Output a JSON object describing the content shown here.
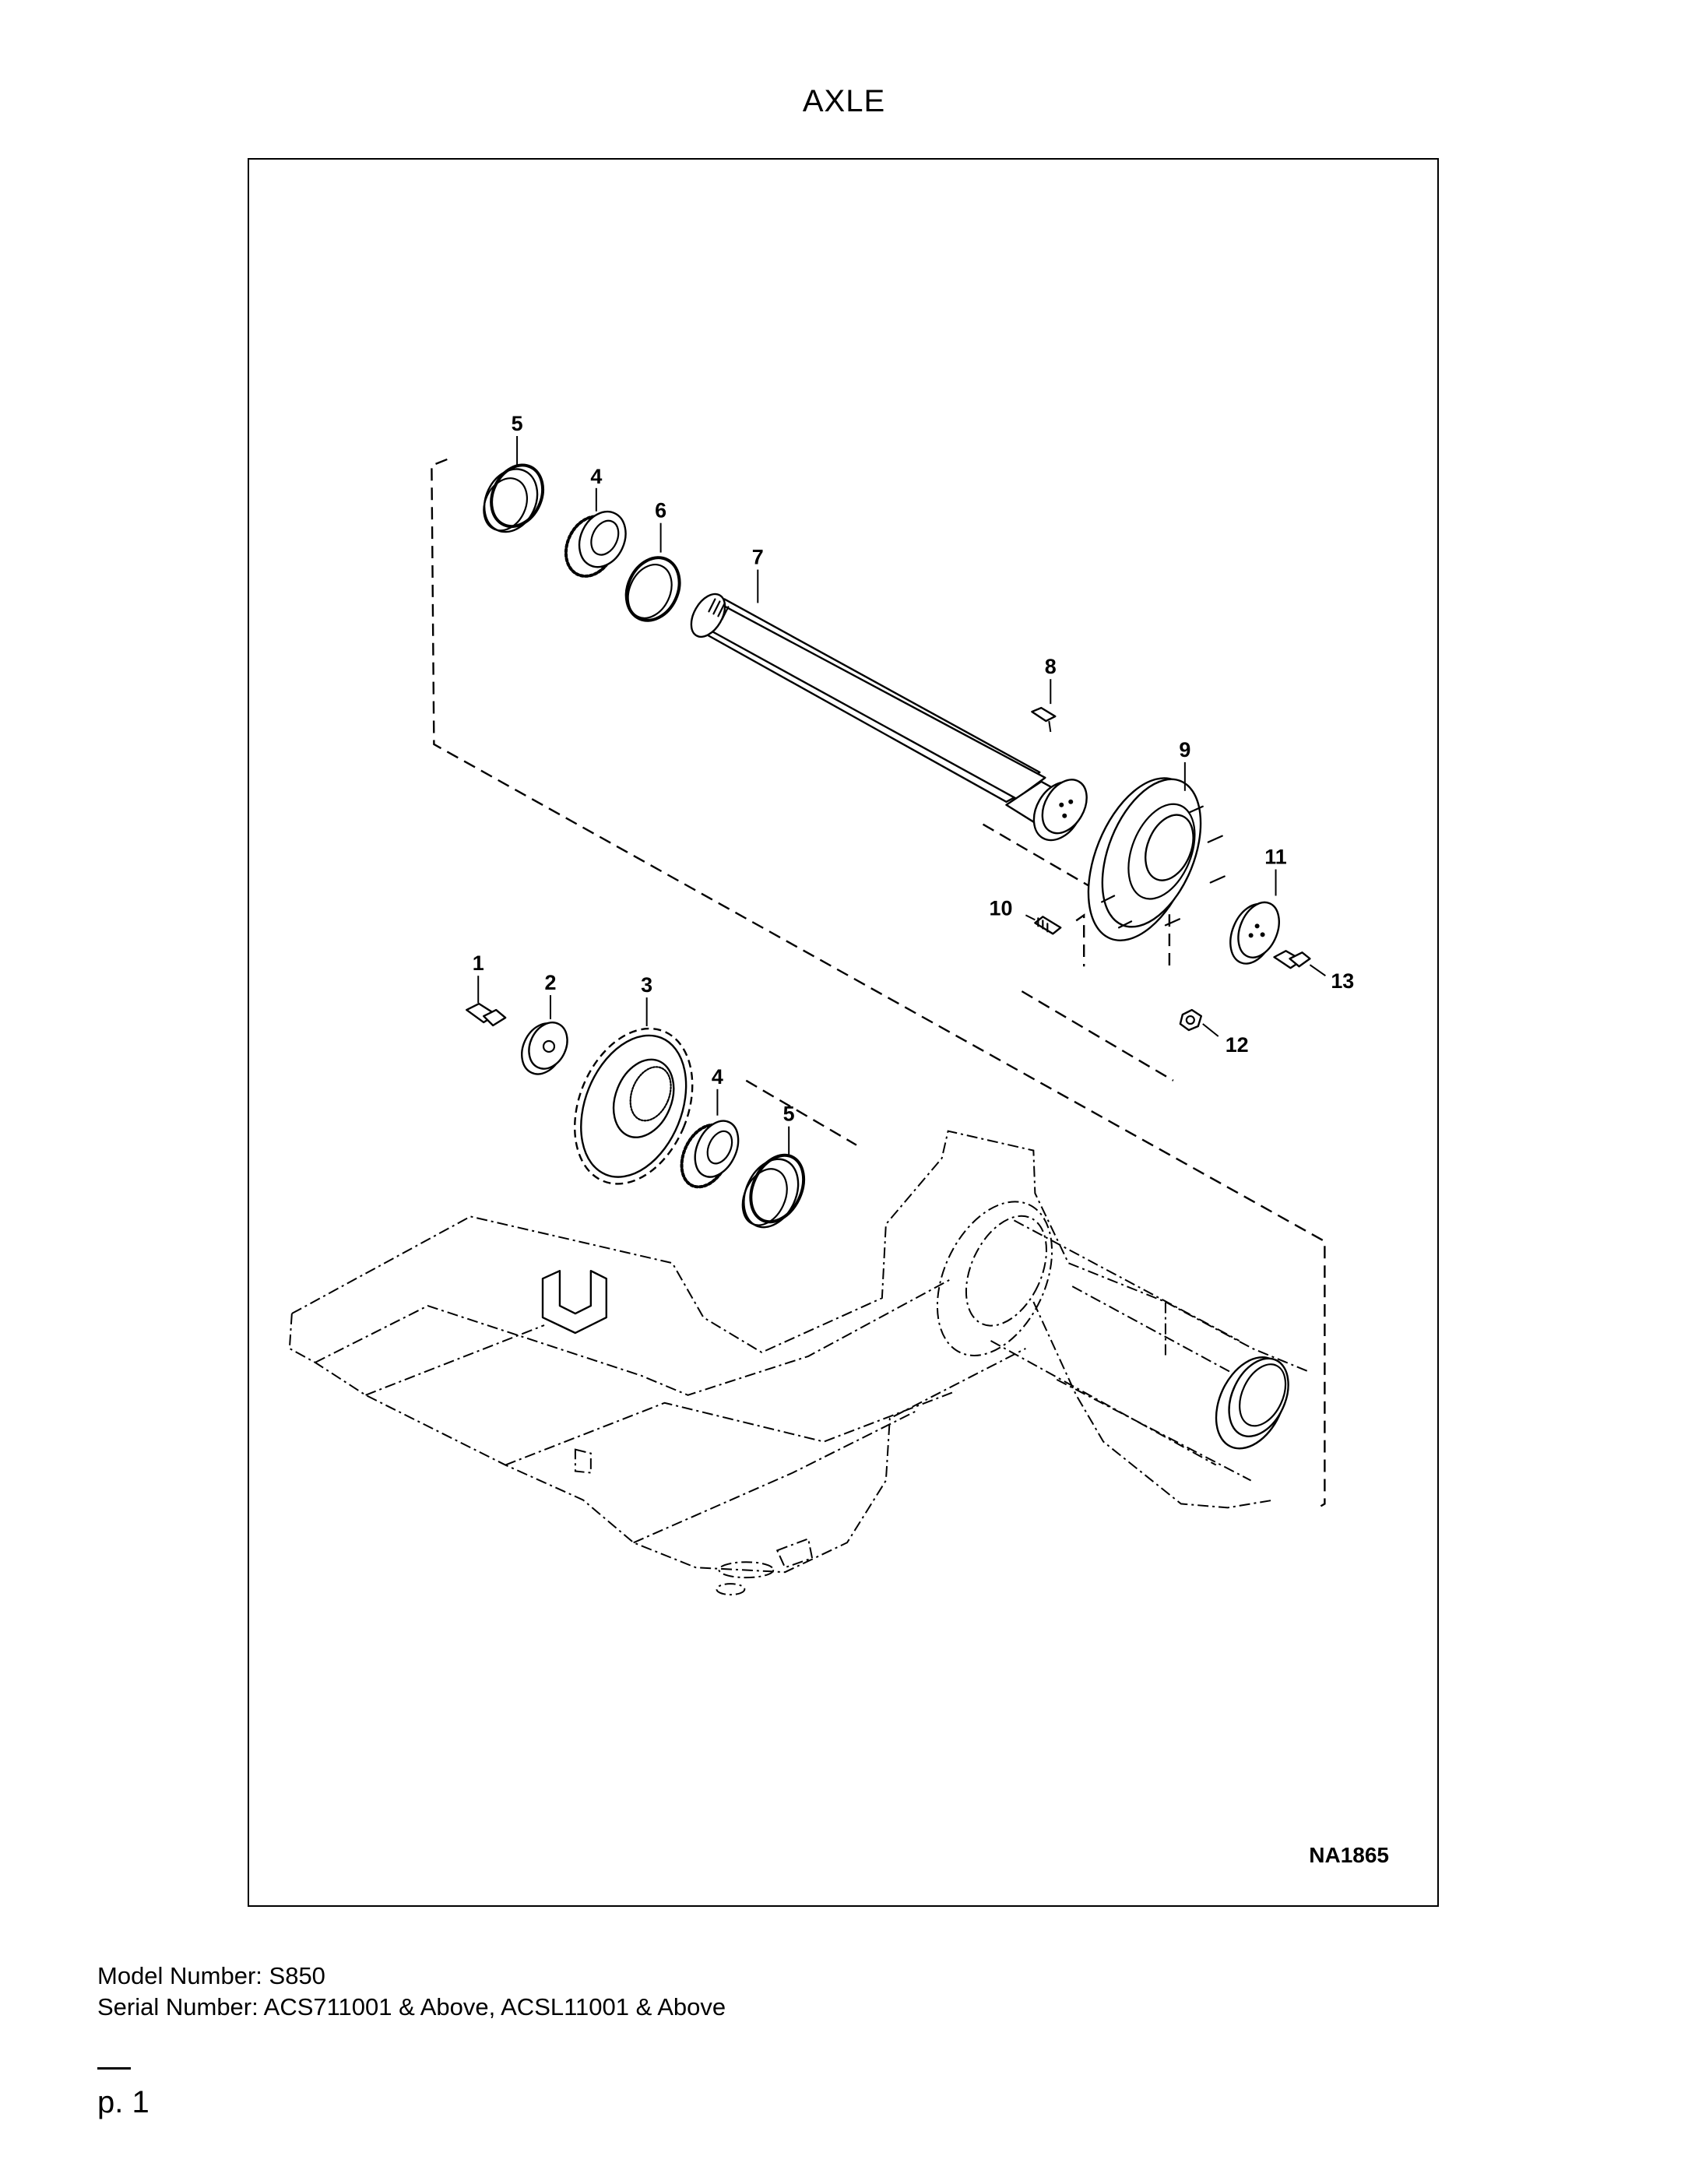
{
  "title": "AXLE",
  "figure_code": "NA1865",
  "model_label": "Model Number: S850",
  "serial_label": "Serial Number: ACS711001 & Above, ACSL11001 & Above",
  "page_number": "p. 1",
  "callouts": {
    "c1": "1",
    "c2": "2",
    "c3": "3",
    "c4a": "4",
    "c4b": "4",
    "c5a": "5",
    "c5b": "5",
    "c6": "6",
    "c7": "7",
    "c8": "8",
    "c9": "9",
    "c10": "10",
    "c11": "11",
    "c12": "12",
    "c13": "13"
  }
}
